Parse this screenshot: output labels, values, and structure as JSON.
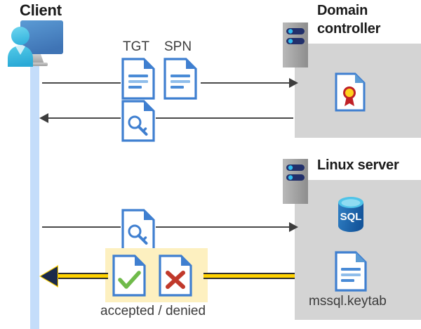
{
  "diagram": {
    "title_client": "Client",
    "title_domain_controller": "Domain controller",
    "title_linux_server": "Linux server"
  },
  "labels": {
    "tgt": "TGT",
    "spn": "SPN",
    "verdict": "accepted / denied",
    "keytab": "mssql.keytab",
    "sql": "SQL"
  },
  "icons": {
    "client": "client-workstation-icon",
    "domain_controller_rack": "server-rack-icon",
    "linux_rack": "server-rack-icon",
    "certificate": "certificate-document-icon",
    "tgt_doc": "text-document-icon",
    "spn_doc": "text-document-icon",
    "ticket_key_1": "key-document-icon",
    "ticket_key_2": "key-document-icon",
    "accepted": "check-document-icon",
    "denied": "cross-document-icon",
    "database": "sql-database-icon",
    "keytab_doc": "text-document-icon"
  },
  "flows": [
    {
      "name": "client-to-dc-request",
      "direction": "right",
      "carries": [
        "TGT",
        "SPN"
      ]
    },
    {
      "name": "dc-to-client-ticket",
      "direction": "left",
      "carries": [
        "service-ticket"
      ]
    },
    {
      "name": "client-to-linux-ticket",
      "direction": "right",
      "carries": [
        "service-ticket"
      ]
    },
    {
      "name": "linux-to-client-verdict",
      "direction": "left",
      "carries": [
        "accepted / denied"
      ]
    }
  ],
  "colors": {
    "lifeline": "#c4ddfa",
    "panel": "#d4d4d4",
    "highlight": "#fdf0c0",
    "yellow_arrow": "#ffd200",
    "arrow_line": "#4a4a4a",
    "doc_blue": "#3f7fd0",
    "accept_green": "#6fba4a",
    "deny_red": "#c0392b",
    "sql_blue": "#1b6cb0"
  }
}
